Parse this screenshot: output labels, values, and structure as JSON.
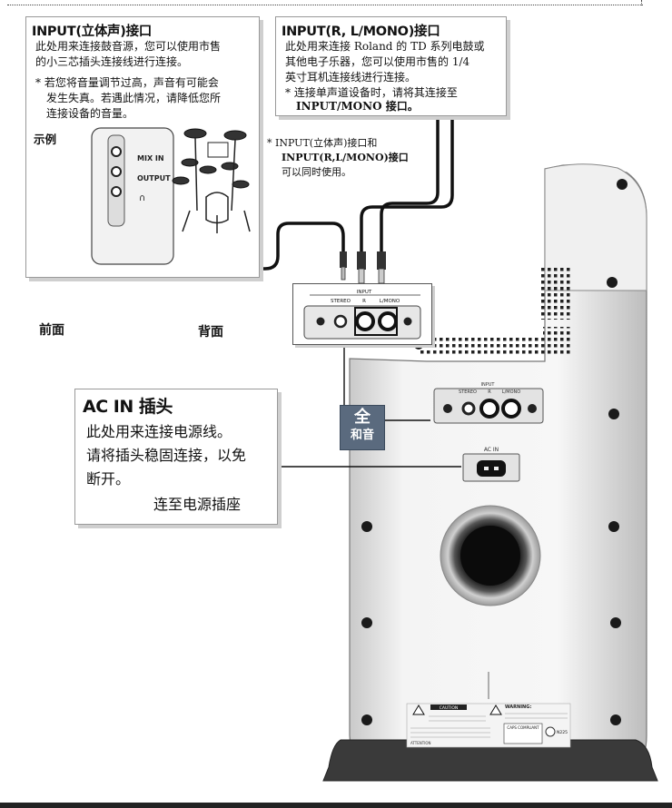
{
  "callout_stereo": {
    "title": "INPUT(立体声)接口",
    "line1": "此处用来连接鼓音源，您可以使用市售",
    "line2": "的小三芯插头连接线进行连接。",
    "note1": "*  若您将音量调节过高，声音有可能会",
    "note2": "发生失真。若遇此情况，请降低您所",
    "note3": "连接设备的音量。",
    "example_label": "示例",
    "mixer_in": "MIX IN",
    "mixer_out": "OUTPUT"
  },
  "callout_mono": {
    "title": "INPUT(R, L/MONO)接口",
    "line1": "此处用来连接 Roland 的 TD 系列电鼓或",
    "line2": "其他电子乐器，您可以使用市售的 1/4",
    "line3": "英寸耳机连接线进行连接。",
    "note1": "*  连接单声道设备时，请将其连接至",
    "note2": "INPUT/MONO 接口。"
  },
  "side_note": {
    "line1": "*  INPUT(立体声)接口和",
    "line2": "INPUT(R,L/MONO)接口",
    "line3": "可以同时使用。"
  },
  "panel_small": {
    "stereo": "STEREO",
    "input": "INPUT",
    "r": "R",
    "lmono": "L/MONO"
  },
  "labels": {
    "front": "前面",
    "back": "背面"
  },
  "callout_ac": {
    "title": "AC IN 插头",
    "line1": "此处用来连接电源线。",
    "line2": "请将插头稳固连接，以免",
    "line3": "断开。",
    "line4": "连至电源插座"
  },
  "amp_panel": {
    "input": "INPUT",
    "stereo": "STEREO",
    "r": "R",
    "lmono": "L/MONO",
    "ac_in": "AC IN"
  },
  "watermark": {
    "line1": "全",
    "line2": "和音"
  },
  "rear_labels": {
    "caution": "CAUTION",
    "warning": "WARNING:",
    "attention": "ATTENTION",
    "csa": "CAPS COMPLIANT",
    "n": "N225"
  }
}
